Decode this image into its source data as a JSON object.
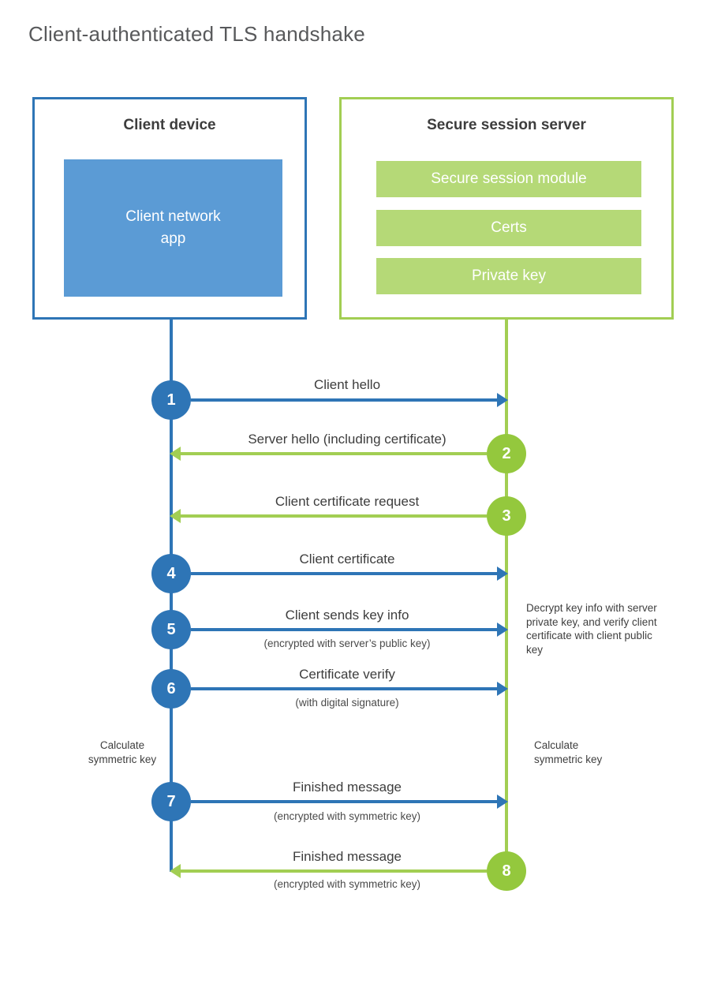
{
  "title": "Client-authenticated TLS handshake",
  "client": {
    "title": "Client device",
    "app_label": "Client network app"
  },
  "server": {
    "title": "Secure session server",
    "modules": [
      "Secure session module",
      "Certs",
      "Private key"
    ]
  },
  "messages": [
    {
      "num": "1",
      "label": "Client hello",
      "sub": "",
      "from": "client"
    },
    {
      "num": "2",
      "label": "Server hello (including certificate)",
      "sub": "",
      "from": "server"
    },
    {
      "num": "3",
      "label": "Client certificate request",
      "sub": "",
      "from": "server"
    },
    {
      "num": "4",
      "label": "Client certificate",
      "sub": "",
      "from": "client"
    },
    {
      "num": "5",
      "label": "Client sends key info",
      "sub": "(encrypted with server’s public key)",
      "from": "client"
    },
    {
      "num": "6",
      "label": "Certificate verify",
      "sub": "(with digital signature)",
      "from": "client"
    },
    {
      "num": "7",
      "label": "Finished message",
      "sub": "(encrypted with symmetric key)",
      "from": "client"
    },
    {
      "num": "8",
      "label": "Finished message",
      "sub": "(encrypted with symmetric key)",
      "from": "server"
    }
  ],
  "annotations": {
    "decrypt_note": "Decrypt key info with server private key, and verify client certificate with client public key",
    "calc_left": "Calculate symmetric key",
    "calc_right": "Calculate symmetric key"
  },
  "colors": {
    "blue": "#2e75b6",
    "blue_light": "#5b9bd5",
    "green_border": "#a2ce53",
    "green_circle": "#94c83d",
    "green_fill": "#b5d977"
  }
}
